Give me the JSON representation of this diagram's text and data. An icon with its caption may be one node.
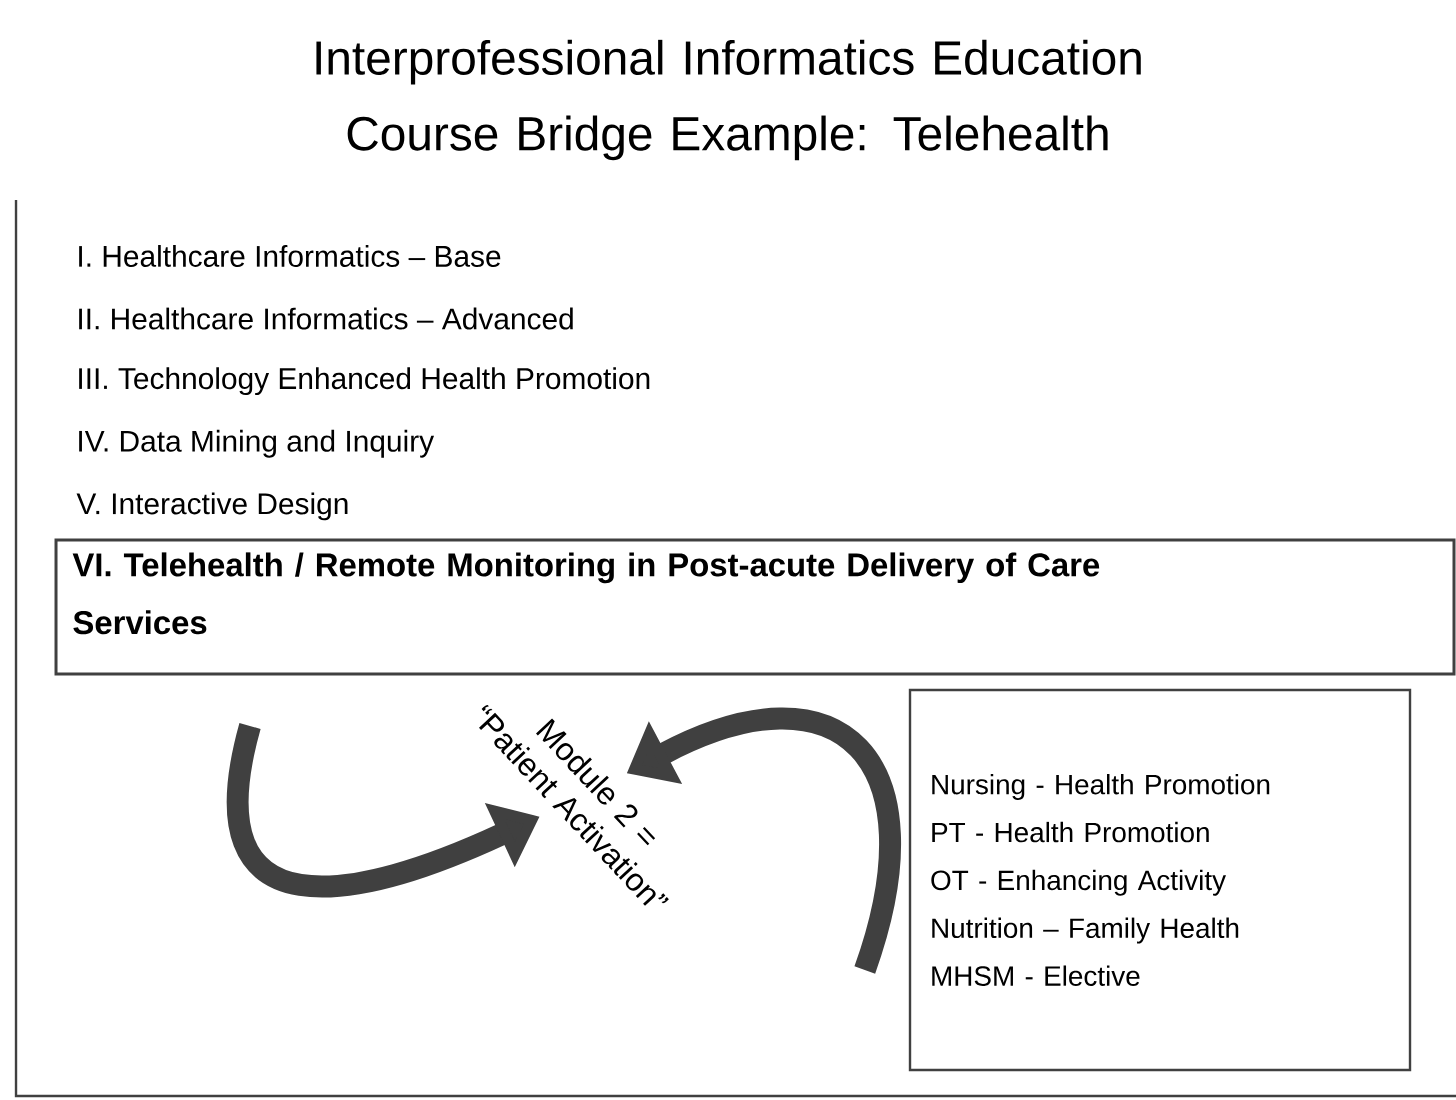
{
  "diagram": {
    "title": "Interprofessional Informatics Education Course Bridge Example: Telehealth",
    "nodes": [
      {
        "text": [
          "VI. Telehealth / Remote Monitoring in Post-acute Delivery of Care Services"
        ]
      },
      {
        "text": [
          "Module 2 = “Patient Activation”"
        ]
      },
      {
        "text": [
          "Nursing - Health Promotion",
          "PT - Health Promotion",
          "OT - Enhancing Activity",
          "Nutrition – Family Health",
          "MHSM - Elective"
        ]
      }
    ],
    "edges": [
      {
        "from": null,
        "to": 1,
        "arrow": "to"
      },
      {
        "from": 2,
        "to": 1,
        "arrow": "to"
      }
    ],
    "labels": [
      "I. Healthcare Informatics – Base",
      "II. Healthcare Informatics – Advanced",
      "III. Technology Enhanced Health Promotion",
      "IV. Data Mining and Inquiry",
      "V. Interactive Design"
    ]
  }
}
